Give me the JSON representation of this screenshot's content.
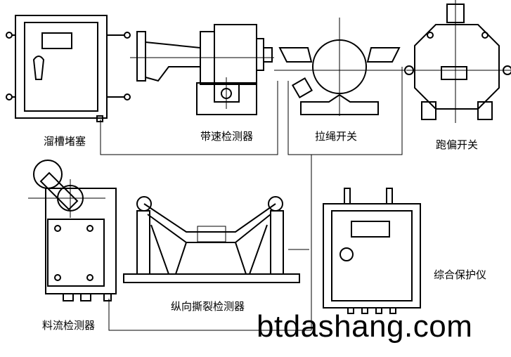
{
  "labels": {
    "chute_blockage": "溜槽堵塞",
    "belt_speed_detector": "带速检测器",
    "pull_cord_switch": "拉绳开关",
    "deviation_switch": "跑偏开关",
    "material_flow_detector": "料流检测器",
    "longitudinal_tear_detector": "纵向撕裂检测器",
    "integrated_protector": "综合保护仪"
  },
  "watermark": "btdashang.com"
}
